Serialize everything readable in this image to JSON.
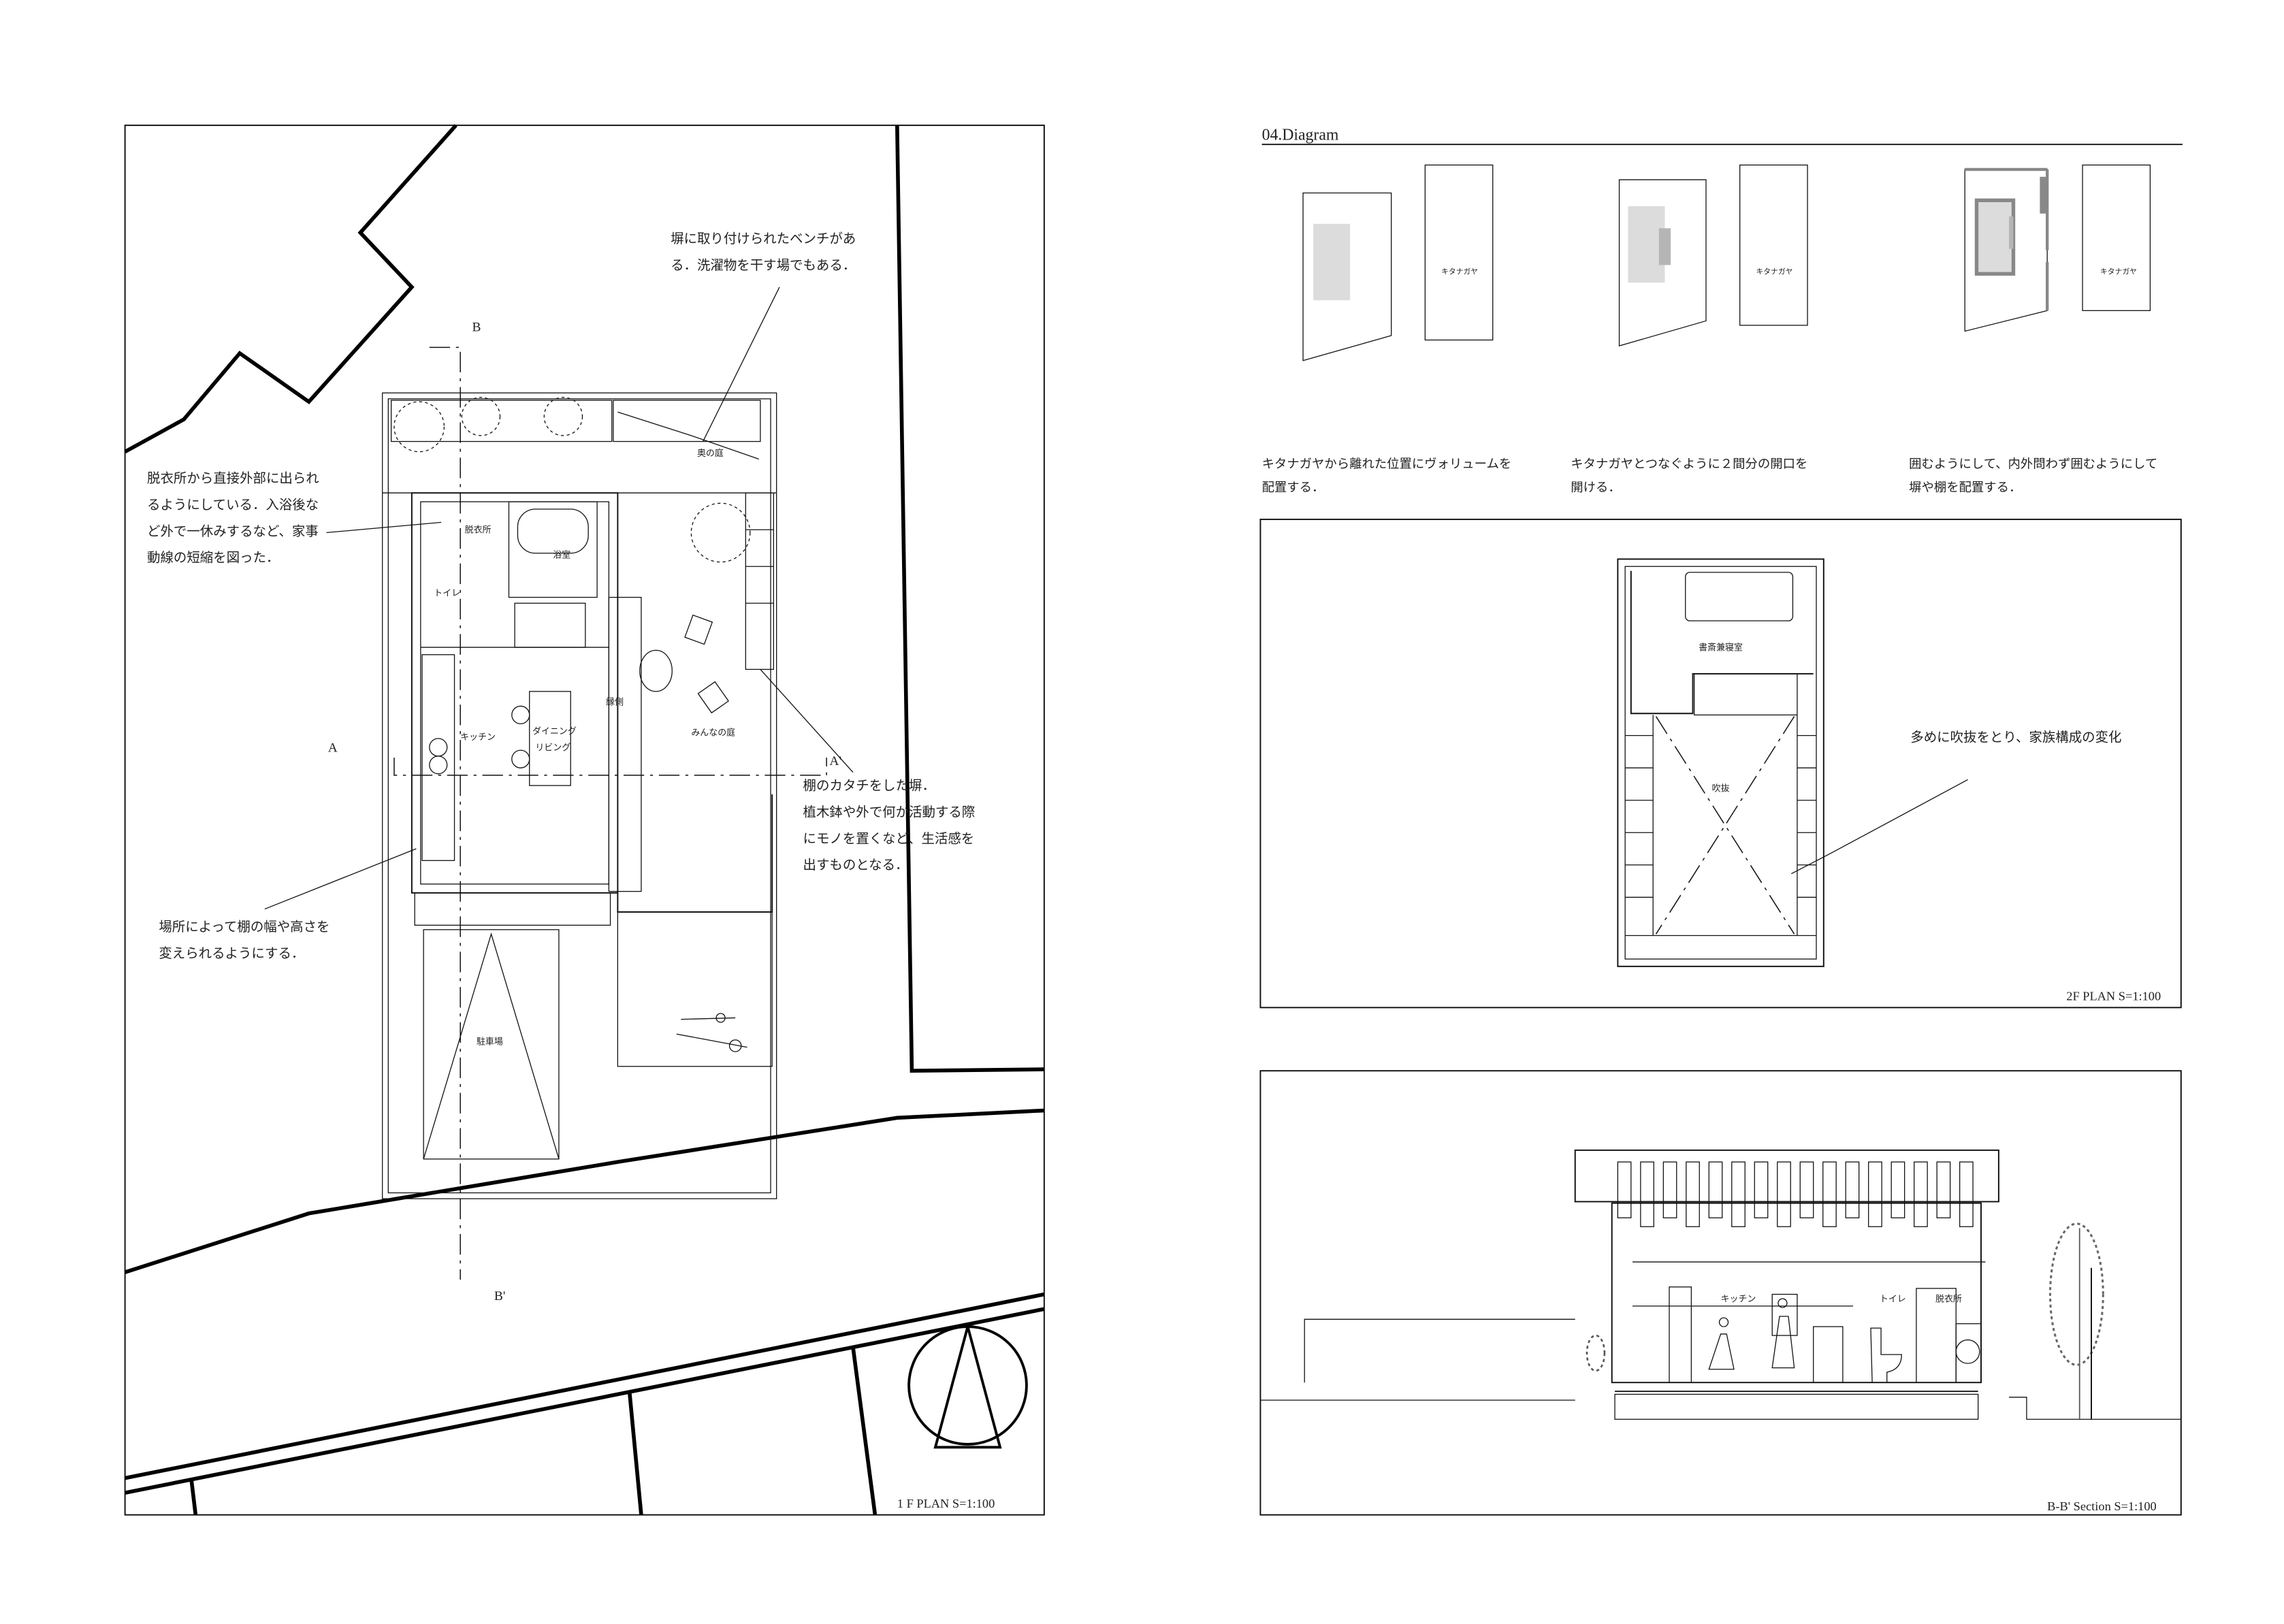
{
  "plan_1f": {
    "caption": "1 F PLAN  S=1:100",
    "rooms": {
      "dressing": "脱衣所",
      "bath": "浴室",
      "toilet": "トイレ",
      "kitchen": "キッチン",
      "dining_1": "ダイニング",
      "dining_2": "リビング",
      "engawa": "縁側",
      "shared_garden": "みんなの庭",
      "back_garden": "奥の庭",
      "parking": "駐車場"
    },
    "section_marks": {
      "a": "A",
      "a_prime": "A'",
      "b": "B",
      "b_prime": "B'"
    },
    "notes": {
      "bench": [
        "塀に取り付けられたベンチがあ",
        "る．洗濯物を干す場でもある．"
      ],
      "dressing": [
        "脱衣所から直接外部に出られ",
        "るようにしている．入浴後な",
        "ど外で一休みするなど、家事",
        "動線の短縮を図った．"
      ],
      "shelf_wall": [
        "棚のカタチをした塀．",
        "植木鉢や外で何か活動する際",
        "にモノを置くなど、生活感を",
        "出すものとなる．"
      ],
      "shelf_size": [
        "場所によって棚の幅や高さを",
        "変えられるようにする．"
      ]
    }
  },
  "diagram": {
    "title": "04.Diagram",
    "neighbor_label": "キタナガヤ",
    "steps": [
      {
        "lines": [
          "キタナガヤから離れた位置にヴォリュームを",
          "配置する．"
        ]
      },
      {
        "lines": [
          "キタナガヤとつなぐように２間分の開口を",
          "開ける．"
        ]
      },
      {
        "lines": [
          "囲むようにして、内外問わず囲むようにして",
          "塀や棚を配置する．"
        ]
      }
    ]
  },
  "plan_2f": {
    "caption": "2F PLAN  S=1:100",
    "rooms": {
      "study": "書斎兼寝室",
      "void": "吹抜"
    },
    "note": "多めに吹抜をとり、家族構成の変化"
  },
  "section": {
    "caption": "B-B' Section  S=1:100",
    "rooms": {
      "kitchen": "キッチン",
      "toilet": "トイレ",
      "dressing": "脱衣所"
    }
  }
}
